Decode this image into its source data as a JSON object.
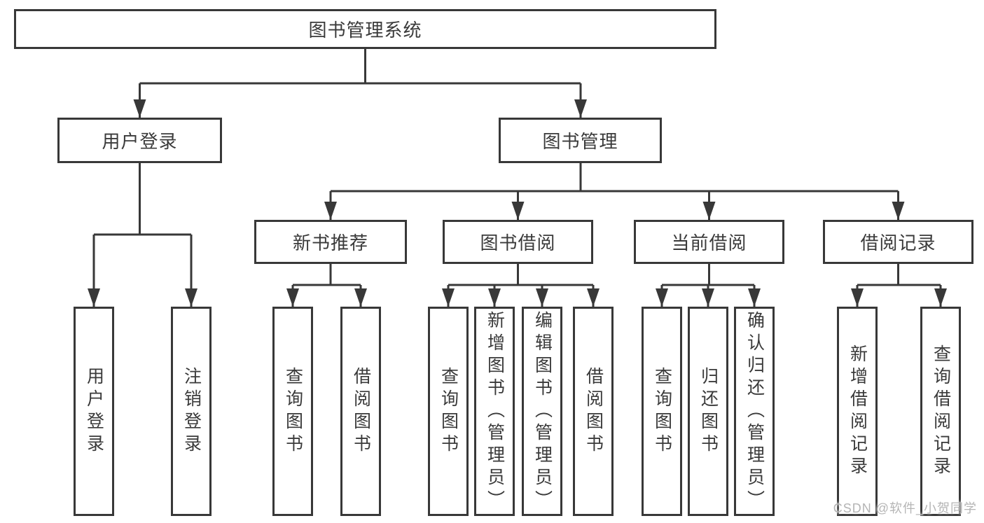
{
  "diagram": {
    "root": {
      "label": "图书管理系统"
    },
    "branches": [
      {
        "label": "用户登录",
        "leaves": [
          {
            "label": "用户登录"
          },
          {
            "label": "注销登录"
          }
        ]
      },
      {
        "label": "图书管理",
        "groups": [
          {
            "label": "新书推荐",
            "leaves": [
              {
                "label": "查询图书"
              },
              {
                "label": "借阅图书"
              }
            ]
          },
          {
            "label": "图书借阅",
            "leaves": [
              {
                "label": "查询图书"
              },
              {
                "label": "新增图书（管理员）"
              },
              {
                "label": "编辑图书（管理员）"
              },
              {
                "label": "借阅图书"
              }
            ]
          },
          {
            "label": "当前借阅",
            "leaves": [
              {
                "label": "查询图书"
              },
              {
                "label": "归还图书"
              },
              {
                "label": "确认归还（管理员）"
              }
            ]
          },
          {
            "label": "借阅记录",
            "leaves": [
              {
                "label": "新增借阅记录"
              },
              {
                "label": "查询借阅记录"
              }
            ]
          }
        ]
      }
    ]
  },
  "watermark": {
    "text": "CSDN @软件_小贺同学"
  },
  "colors": {
    "line": "#383838",
    "text": "#3a3a3a",
    "box_background": "#ffffff",
    "watermark": "#b5b5b5",
    "page_background": "#ffffff"
  }
}
